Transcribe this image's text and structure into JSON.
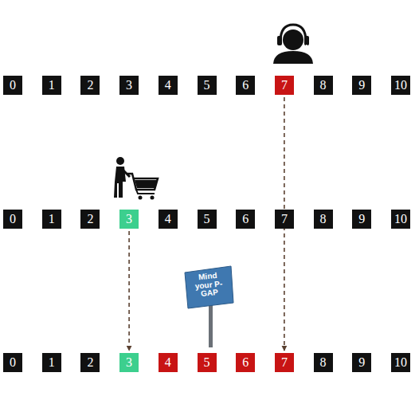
{
  "diagram": {
    "nodes": [
      {
        "text": [
          "0"
        ]
      },
      {
        "text": [
          "1"
        ]
      },
      {
        "text": [
          "2"
        ]
      },
      {
        "text": [
          "3"
        ]
      },
      {
        "text": [
          "4"
        ]
      },
      {
        "text": [
          "5"
        ]
      },
      {
        "text": [
          "6"
        ]
      },
      {
        "text": [
          "7"
        ]
      },
      {
        "text": [
          "8"
        ]
      },
      {
        "text": [
          "9"
        ]
      },
      {
        "text": [
          "10"
        ]
      },
      {
        "text": [
          "0"
        ]
      },
      {
        "text": [
          "1"
        ]
      },
      {
        "text": [
          "2"
        ]
      },
      {
        "text": [
          "3"
        ]
      },
      {
        "text": [
          "4"
        ]
      },
      {
        "text": [
          "5"
        ]
      },
      {
        "text": [
          "6"
        ]
      },
      {
        "text": [
          "7"
        ]
      },
      {
        "text": [
          "8"
        ]
      },
      {
        "text": [
          "9"
        ]
      },
      {
        "text": [
          "10"
        ]
      },
      {
        "text": [
          "0"
        ]
      },
      {
        "text": [
          "1"
        ]
      },
      {
        "text": [
          "2"
        ]
      },
      {
        "text": [
          "3"
        ]
      },
      {
        "text": [
          "4"
        ]
      },
      {
        "text": [
          "5"
        ]
      },
      {
        "text": [
          "6"
        ]
      },
      {
        "text": [
          "7"
        ]
      },
      {
        "text": [
          "8"
        ]
      },
      {
        "text": [
          "9"
        ]
      },
      {
        "text": [
          "10"
        ]
      }
    ],
    "edges": [
      {
        "from": 7,
        "to": 29,
        "arrow": "to"
      },
      {
        "from": 14,
        "to": 25,
        "arrow": "to"
      }
    ],
    "labels": [
      "Mind your P-GAP"
    ]
  }
}
